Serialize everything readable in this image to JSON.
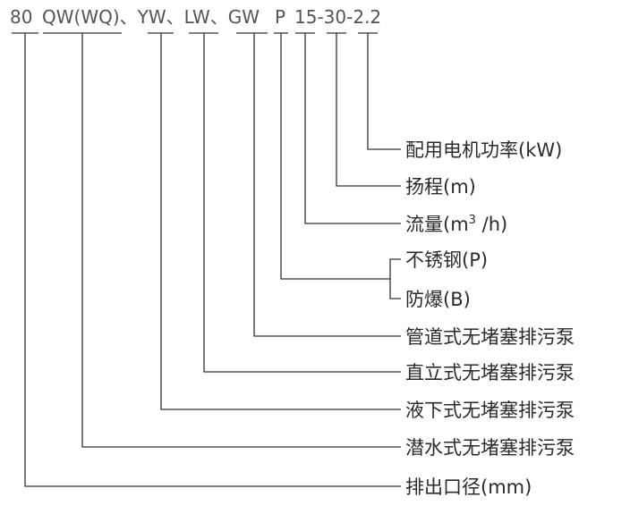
{
  "model_code": {
    "size": "80",
    "types": "QW(WQ)、YW、LW、GW",
    "material": "P",
    "spec": "15-30-2.2"
  },
  "labels": {
    "power": "配用电机功率(kW)",
    "head": "扬程(m)",
    "flow_prefix": "流量(m",
    "flow_sup": "3",
    "flow_suffix": " /h)",
    "stainless": "不锈钢(P)",
    "explosion_proof": "防爆(B)",
    "pipeline": "管道式无堵塞排污泵",
    "vertical": "直立式无堵塞排污泵",
    "liquid_below": "液下式无堵塞排污泵",
    "submersible": "潜水式无堵塞排污泵",
    "outlet_diameter": "排出口径(mm)"
  }
}
